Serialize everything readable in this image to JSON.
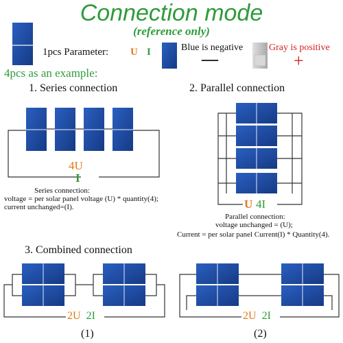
{
  "title": "Connection mode",
  "subtitle": "(reference only)",
  "param": {
    "label": "1pcs Parameter:",
    "u": "U",
    "i": "I",
    "blue_text": "Blue is negative",
    "gray_text": "Gray is positive",
    "minus": "—",
    "plus": "+"
  },
  "example": "4pcs as an example:",
  "series": {
    "heading": "1. Series connection",
    "u_label": "4U",
    "i_label": "I",
    "desc1": "Series connection:",
    "desc2": "voltage = per solar panel voltage (U) * quantity(4);",
    "desc3": "current unchanged=(I)."
  },
  "parallel": {
    "heading": "2. Parallel connection",
    "u_label": "U",
    "i_label": "4I",
    "desc1": "Parallel connection:",
    "desc2": "voltage unchanged = (U);",
    "desc3": "Current = per solar panel Current(I) * Quantity(4)."
  },
  "combined": {
    "heading": "3. Combined connection",
    "label1": "2U  2I",
    "label2": "2U  2I",
    "cap1": "(1)",
    "cap2": "(2)"
  },
  "colors": {
    "panel_blue": "#1f4fa8",
    "panel_gray": "#c8c8c8",
    "green": "#2e9b3a",
    "orange": "#e07a1a",
    "red": "#d42020"
  }
}
